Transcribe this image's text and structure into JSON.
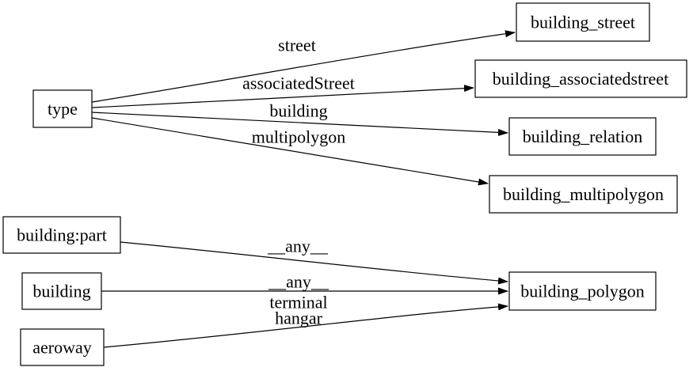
{
  "diagram": {
    "type": "directed-graph",
    "colors": {
      "background": "#ffffff",
      "node_fill": "#ffffff",
      "node_border": "#000000",
      "edge_stroke": "#000000",
      "text": "#000000"
    },
    "nodes": [
      {
        "id": "type",
        "label": "type"
      },
      {
        "id": "building_street",
        "label": "building_street"
      },
      {
        "id": "building_associatedstreet",
        "label": "building_associatedstreet"
      },
      {
        "id": "building_relation",
        "label": "building_relation"
      },
      {
        "id": "building_multipolygon",
        "label": "building_multipolygon"
      },
      {
        "id": "building_polygon",
        "label": "building_polygon"
      },
      {
        "id": "building:part",
        "label": "building:part"
      },
      {
        "id": "building",
        "label": "building"
      },
      {
        "id": "aeroway",
        "label": "aeroway"
      }
    ],
    "edges": [
      {
        "from": "type",
        "to": "building_street",
        "label": "street"
      },
      {
        "from": "type",
        "to": "building_associatedstreet",
        "label": "associatedStreet"
      },
      {
        "from": "type",
        "to": "building_relation",
        "label": "building"
      },
      {
        "from": "type",
        "to": "building_multipolygon",
        "label": "multipolygon"
      },
      {
        "from": "building:part",
        "to": "building_polygon",
        "label": "__any__"
      },
      {
        "from": "building",
        "to": "building_polygon",
        "label": "__any__"
      },
      {
        "from": "aeroway",
        "to": "building_polygon",
        "label_lines": [
          "terminal",
          "hangar"
        ]
      }
    ]
  }
}
